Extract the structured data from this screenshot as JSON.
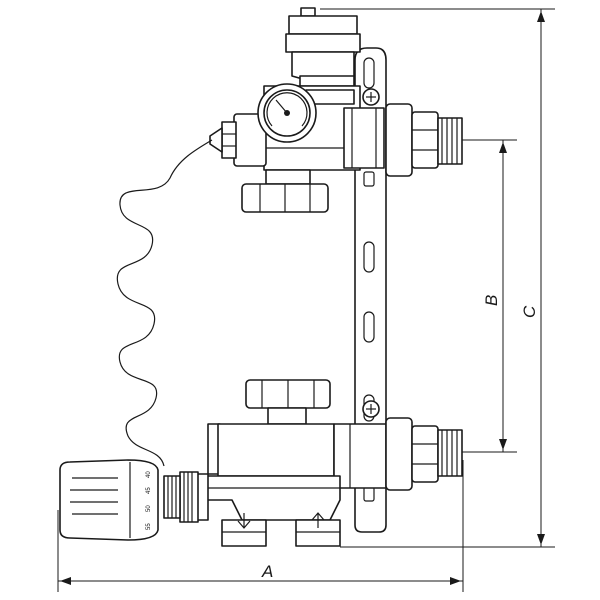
{
  "dimensions": {
    "a_label": "A",
    "b_label": "B",
    "c_label": "C"
  },
  "thermostat_scale": [
    "40",
    "45",
    "50",
    "55"
  ],
  "icons": [
    "gauge-icon",
    "down-arrow-icon",
    "up-arrow-icon",
    "plus-screw-icon"
  ]
}
